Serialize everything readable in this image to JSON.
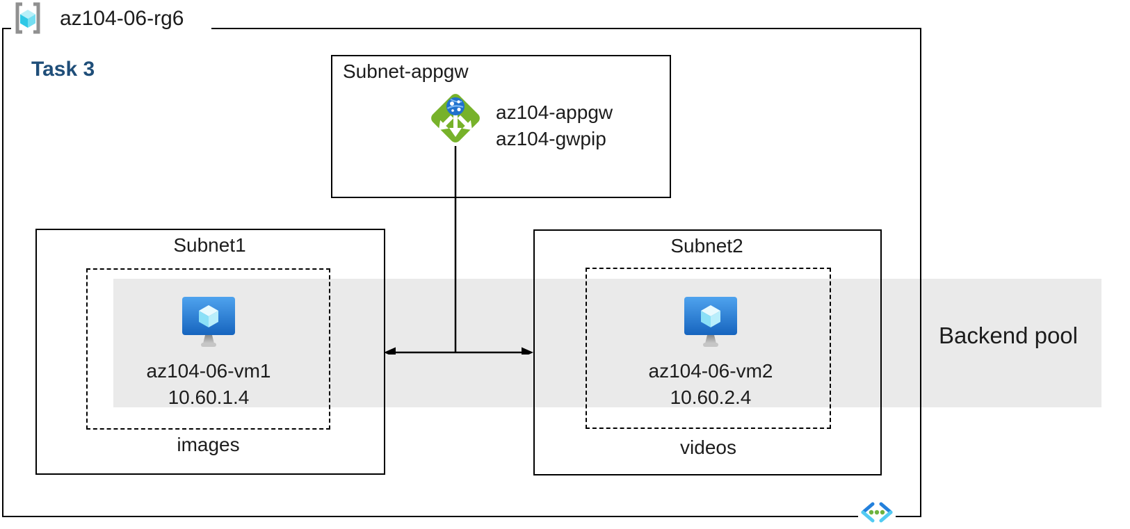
{
  "resource_group": {
    "label": "az104-06-rg6"
  },
  "task_label": "Task 3",
  "appgw_subnet": {
    "label": "Subnet-appgw",
    "gateway_name": "az104-appgw",
    "public_ip_name": "az104-gwpip"
  },
  "subnets": [
    {
      "label": "Subnet1",
      "vm_name": "az104-06-vm1",
      "vm_ip": "10.60.1.4",
      "storage_label": "images"
    },
    {
      "label": "Subnet2",
      "vm_name": "az104-06-vm2",
      "vm_ip": "10.60.2.4",
      "storage_label": "videos"
    }
  ],
  "backend_pool_label": "Backend pool",
  "icons": {
    "resource_group": "resource-group-icon",
    "application_gateway": "application-gateway-icon",
    "virtual_machine": "vm-icon",
    "virtual_network": "virtual-network-icon"
  },
  "colors": {
    "task_label": "#1F4E79",
    "backend_pool_band": "#EAEAEA",
    "diagram_lines": "#000000",
    "appgw_green": "#77B22A",
    "globe_blue": "#2071CC",
    "vm_monitor_top": "#4FA3EE",
    "vm_monitor_bottom": "#1664BE",
    "resource_group_cyan": "#2FC8E6",
    "bracket_gray": "#909090",
    "vnet_dark_blue": "#2380DC",
    "vnet_cyan": "#53CBF2",
    "vnet_dot_green": "#6DB33F"
  }
}
